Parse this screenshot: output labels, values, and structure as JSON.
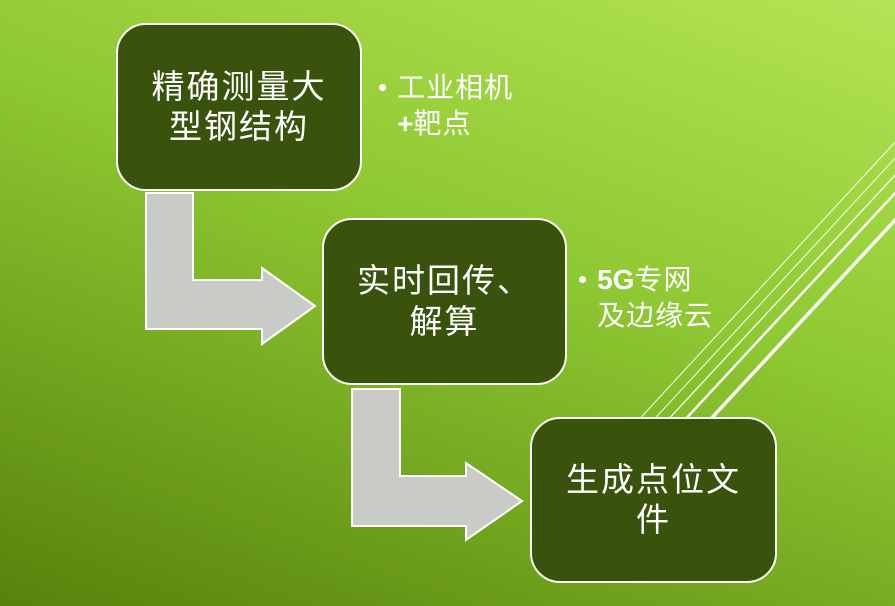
{
  "flow": {
    "steps": [
      {
        "label": "精确测量大\n型钢结构"
      },
      {
        "label": "实时回传、\n解算"
      },
      {
        "label": "生成点位文\n件"
      }
    ]
  },
  "bullets": [
    {
      "marker": "•",
      "line1_bold": "",
      "line1": "工业相机",
      "line2_bold": "+",
      "line2": "靶点"
    },
    {
      "marker": "•",
      "line1_bold": "5G",
      "line1": "专网",
      "line2_bold": "",
      "line2": "及边缘云"
    }
  ],
  "colors": {
    "background_top": "#b4e455",
    "background_bottom": "#57830b",
    "box_fill": "#3a530c",
    "box_border": "#ffffff",
    "arrow_fill": "#c9ccc6",
    "text": "#ffffff",
    "decor_line": "#ffffff"
  }
}
